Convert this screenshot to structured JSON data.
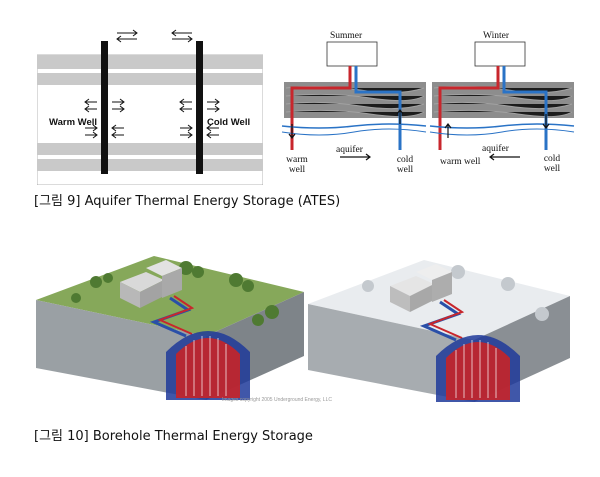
{
  "figure9": {
    "caption": "[그림 9] Aquifer Thermal Energy Storage (ATES)",
    "left_panel": {
      "warm_label": "Warm Well",
      "cold_label": "Cold Well"
    },
    "summer_panel": {
      "title": "Summer",
      "warm": "warm\nwell",
      "aquifer": "aquifer",
      "cold": "cold\nwell"
    },
    "winter_panel": {
      "title": "Winter",
      "warm": "warm well",
      "aquifer": "aquifer",
      "cold": "cold\nwell"
    }
  },
  "figure10": {
    "caption": "[그림 10] Borehole Thermal Energy Storage",
    "copyright": "Images copyright 2005 Underground Energy, LLC"
  },
  "colors": {
    "warm": "#c8262c",
    "cold": "#2a73c6",
    "band": "#bdbdbd",
    "grass": "#86a85a",
    "snow": "#e9ecef"
  }
}
